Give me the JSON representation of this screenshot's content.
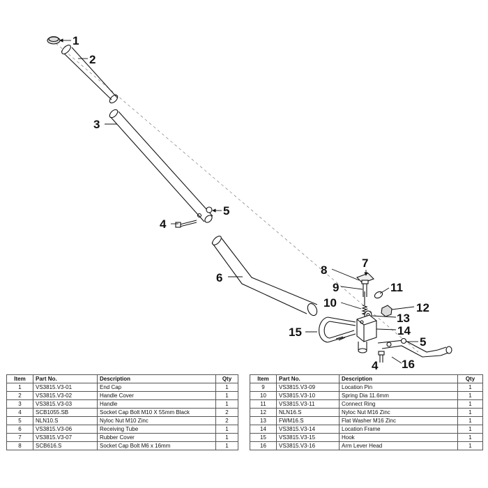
{
  "callouts": {
    "c1": "1",
    "c2": "2",
    "c3": "3",
    "c4a": "4",
    "c5a": "5",
    "c6": "6",
    "c7": "7",
    "c8": "8",
    "c9": "9",
    "c10": "10",
    "c11": "11",
    "c12": "12",
    "c13": "13",
    "c14": "14",
    "c15": "15",
    "c5b": "5",
    "c16": "16",
    "c4b": "4"
  },
  "table": {
    "headers": {
      "item": "Item",
      "part": "Part No.",
      "desc": "Description",
      "qty": "Qty"
    },
    "left": [
      {
        "item": "1",
        "part": "VS3815.V3-01",
        "desc": "End Cap",
        "qty": "1"
      },
      {
        "item": "2",
        "part": "VS3815.V3-02",
        "desc": "Handle Cover",
        "qty": "1"
      },
      {
        "item": "3",
        "part": "VS3815.V3-03",
        "desc": "Handle",
        "qty": "1"
      },
      {
        "item": "4",
        "part": "SCB1055.SB",
        "desc": "Socket Cap Bolt M10 X 55mm Black",
        "qty": "2"
      },
      {
        "item": "5",
        "part": "NLN10.S",
        "desc": "Nyloc Nut M10 Zinc",
        "qty": "2"
      },
      {
        "item": "6",
        "part": "VS3815.V3-06",
        "desc": "Receiving Tube",
        "qty": "1"
      },
      {
        "item": "7",
        "part": "VS3815.V3-07",
        "desc": "Rubber Cover",
        "qty": "1"
      },
      {
        "item": "8",
        "part": "SCB616.S",
        "desc": "Socket Cap Bolt M6 x 16mm",
        "qty": "1"
      }
    ],
    "right": [
      {
        "item": "9",
        "part": "VS3815.V3-09",
        "desc": "Location Pin",
        "qty": "1"
      },
      {
        "item": "10",
        "part": "VS3815.V3-10",
        "desc": "Spring Dia 11.6mm",
        "qty": "1"
      },
      {
        "item": "11",
        "part": "VS3815.V3-11",
        "desc": "Connect Ring",
        "qty": "1"
      },
      {
        "item": "12",
        "part": "NLN16.S",
        "desc": "Nyloc Nut M16 Zinc",
        "qty": "1"
      },
      {
        "item": "13",
        "part": "FWM16.S",
        "desc": "Flat Washer M16 Zinc",
        "qty": "1"
      },
      {
        "item": "14",
        "part": "VS3815.V3-14",
        "desc": "Location Frame",
        "qty": "1"
      },
      {
        "item": "15",
        "part": "VS3815.V3-15",
        "desc": "Hook",
        "qty": "1"
      },
      {
        "item": "16",
        "part": "VS3815.V3-16",
        "desc": "Arm Lever Head",
        "qty": "1"
      }
    ]
  }
}
